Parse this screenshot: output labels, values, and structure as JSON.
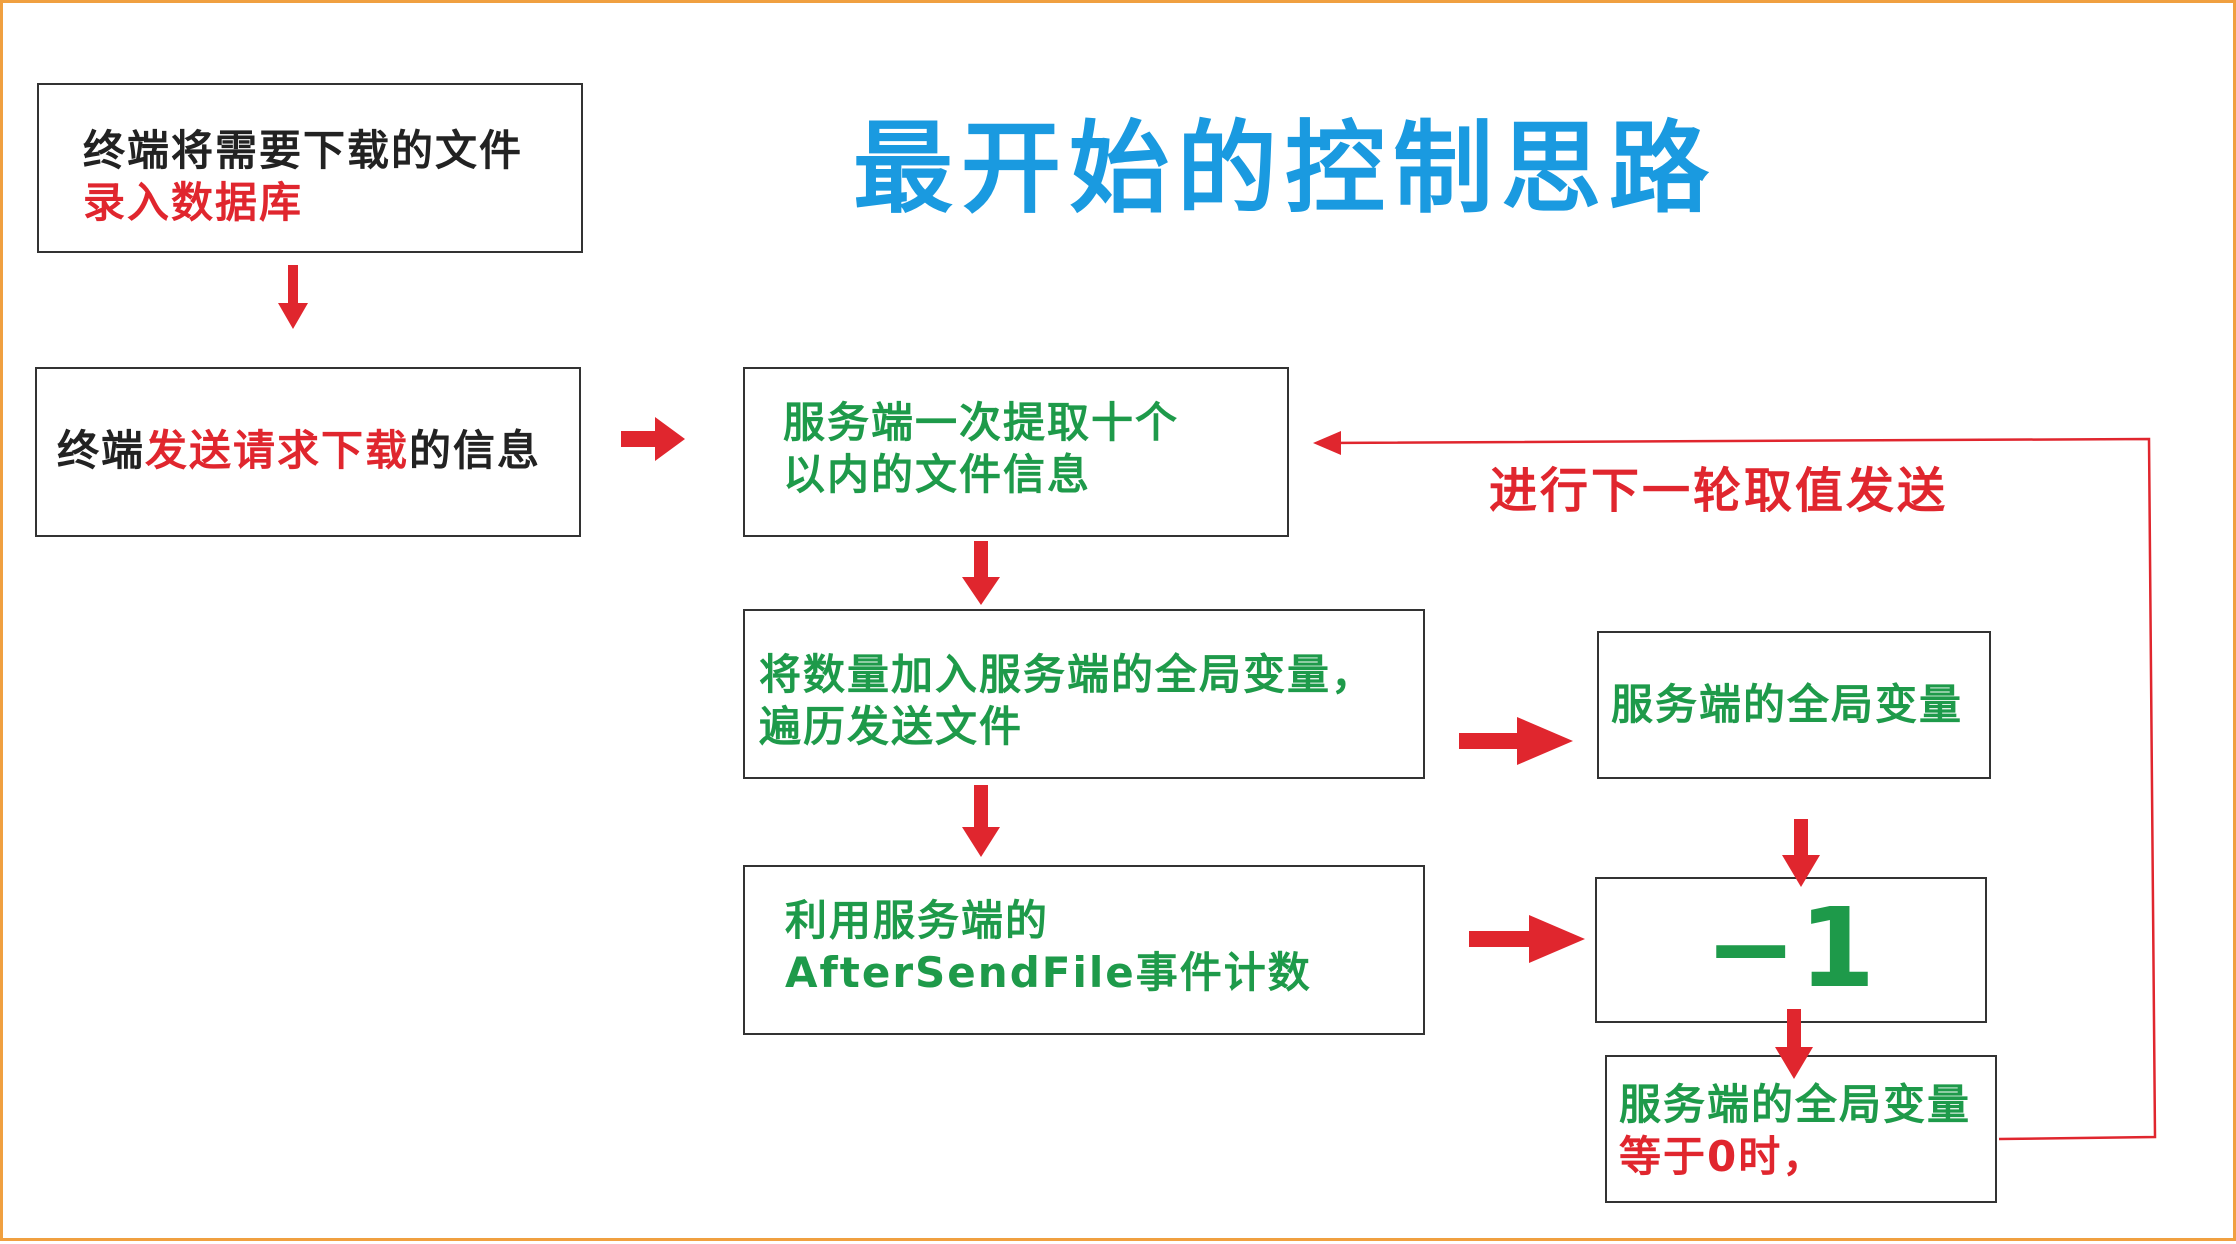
{
  "title": "最开始的控制思路",
  "boxes": {
    "record": {
      "line1": "终端将需要下载的文件",
      "line2": "录入数据库"
    },
    "send_request": {
      "part1": "终端",
      "part2": "发送请求下载",
      "part3": "的信息"
    },
    "fetch": {
      "line1": "服务端一次提取十个",
      "line2": "以内的文件信息"
    },
    "add_global": {
      "line1": "将数量加入服务端的全局变量，",
      "line2": "遍历发送文件"
    },
    "after_send": {
      "line1": "利用服务端的",
      "line2": "AfterSendFile事件计数"
    },
    "global_var": {
      "text": "服务端的全局变量"
    },
    "minus_one": {
      "text": "−1"
    },
    "equals_zero": {
      "line1": "服务端的全局变量",
      "line2": "等于0时，"
    }
  },
  "loop_label": "进行下一轮取值发送",
  "colors": {
    "title": "#1a9ae0",
    "green_text": "#1e9a4a",
    "red_text": "#e0262e",
    "arrow": "#e0262e",
    "frame": "#f0a040"
  }
}
